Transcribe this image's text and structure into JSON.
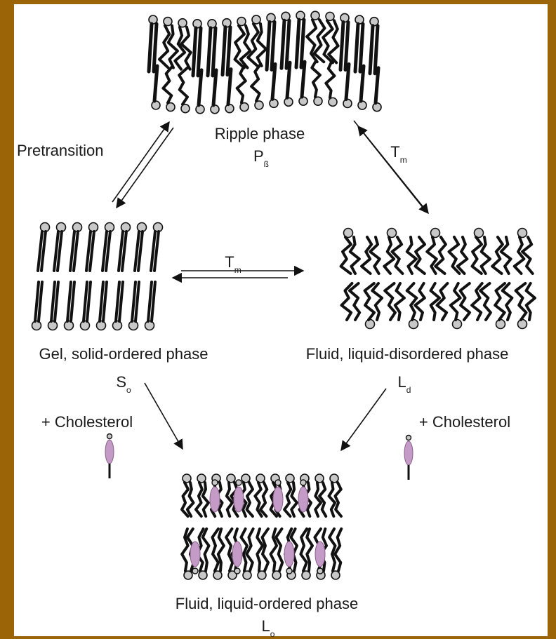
{
  "phases": {
    "ripple": {
      "name": "Ripple phase",
      "symbol": "P",
      "subscript": "ß"
    },
    "gel": {
      "name": "Gel, solid-ordered phase",
      "symbol": "S",
      "subscript": "o"
    },
    "fluid_disordered": {
      "name": "Fluid, liquid-disordered phase",
      "symbol": "L",
      "subscript": "d"
    },
    "fluid_ordered": {
      "name": "Fluid, liquid-ordered phase",
      "symbol": "L",
      "subscript": "o"
    }
  },
  "transitions": {
    "pretransition": "Pretransition",
    "tm_symbol": "T",
    "tm_subscript": "m",
    "cholesterol_left": "+ Cholesterol",
    "cholesterol_right": "+ Cholesterol"
  },
  "colors": {
    "frame": "#9a6407",
    "background": "#ffffff",
    "ink": "#111111",
    "head": "#c8c8c8",
    "cholesterol": "#c49ac6"
  }
}
